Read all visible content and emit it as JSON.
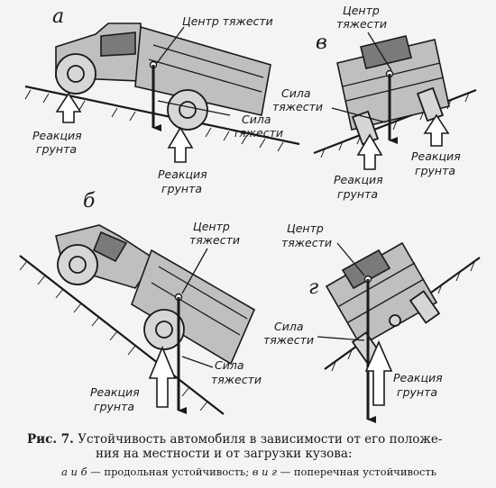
{
  "panels": {
    "a": {
      "letter": "а",
      "center_label": [
        "Центр тяжести"
      ],
      "gravity_label": [
        "Сила",
        "тяжести"
      ],
      "reaction_left": [
        "Реакция",
        "грунта"
      ],
      "reaction_right": [
        "Реакция",
        "грунта"
      ]
    },
    "b": {
      "letter": "б",
      "center_label": [
        "Центр",
        "тяжести"
      ],
      "gravity_label": [
        "Сила",
        "тяжести"
      ],
      "reaction": [
        "Реакция",
        "грунта"
      ]
    },
    "v": {
      "letter": "в",
      "center_label": [
        "Центр",
        "тяжести"
      ],
      "gravity_label": [
        "Сила",
        "тяжести"
      ],
      "reaction_left": [
        "Реакция",
        "грунта"
      ],
      "reaction_right": [
        "Реакция",
        "грунта"
      ]
    },
    "g": {
      "letter": "г",
      "center_label": [
        "Центр",
        "тяжести"
      ],
      "gravity_label": [
        "Сила",
        "тяжести"
      ],
      "reaction": [
        "Реакция",
        "грунта"
      ]
    }
  },
  "caption": {
    "fig_no": "Рис. 7.",
    "title_line1": "Устойчивость автомобиля в зависимости от его положе-",
    "title_line2": "ния на местности и от загрузки кузова:",
    "sub_ab": "а и б",
    "sub_ab_text": " — продольная устойчивость; ",
    "sub_vg": "в и г",
    "sub_vg_text": " — поперечная устойчивость"
  }
}
